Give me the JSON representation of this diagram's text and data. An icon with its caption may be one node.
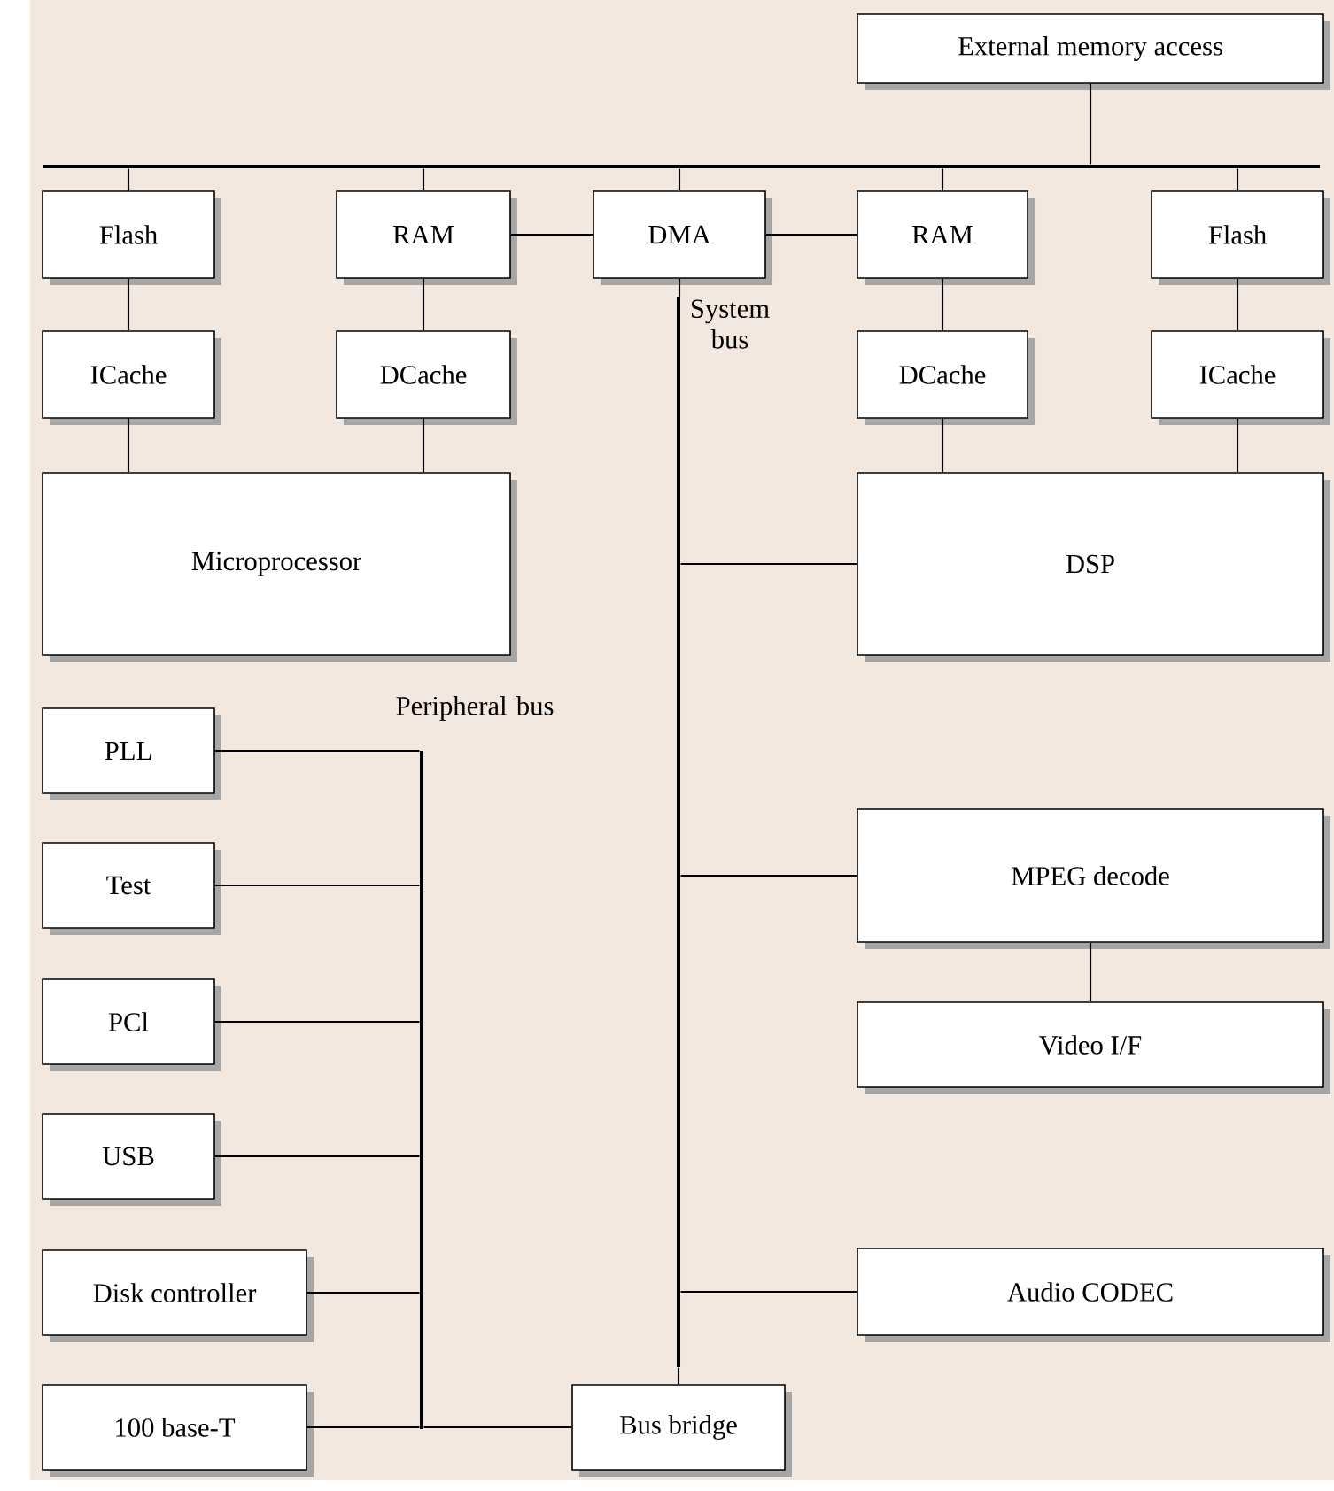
{
  "diagram": {
    "nodes": [
      {
        "text": [
          "External memory access"
        ]
      },
      {
        "text": [],
        "shape": "bar"
      },
      {
        "text": [
          "Flash"
        ]
      },
      {
        "text": [
          "RAM"
        ]
      },
      {
        "text": [
          "DMA"
        ]
      },
      {
        "text": [
          "RAM"
        ]
      },
      {
        "text": [
          "Flash"
        ]
      },
      {
        "text": [
          "ICache"
        ]
      },
      {
        "text": [
          "DCache"
        ]
      },
      {
        "text": [],
        "shape": "bar",
        "beside": [
          "System bus"
        ]
      },
      {
        "text": [
          "DCache"
        ]
      },
      {
        "text": [
          "ICache"
        ]
      },
      {
        "text": [
          "Microprocessor"
        ]
      },
      {
        "text": [
          "DSP"
        ]
      },
      {
        "text": [],
        "shape": "bar",
        "beside": [
          "Peripheral bus"
        ]
      },
      {
        "text": [
          "PLL"
        ]
      },
      {
        "text": [
          "MPEG decode"
        ]
      },
      {
        "text": [
          "Test"
        ]
      },
      {
        "text": [
          "Video I/F"
        ]
      },
      {
        "text": [
          "PCl"
        ]
      },
      {
        "text": [
          "USB"
        ]
      },
      {
        "text": [
          "Disk controller"
        ]
      },
      {
        "text": [
          "Audio CODEC"
        ]
      },
      {
        "text": [
          "100 base-T"
        ]
      },
      {
        "text": [
          "Bus bridge"
        ]
      }
    ],
    "edges": [
      {
        "from": 0,
        "to": 1,
        "arrow": "none"
      },
      {
        "from": 1,
        "to": 2,
        "arrow": "none"
      },
      {
        "from": 1,
        "to": 3,
        "arrow": "none"
      },
      {
        "from": 1,
        "to": 4,
        "arrow": "none"
      },
      {
        "from": 1,
        "to": 5,
        "arrow": "none"
      },
      {
        "from": 1,
        "to": 6,
        "arrow": "none"
      },
      {
        "from": 3,
        "to": 4,
        "arrow": "none"
      },
      {
        "from": 4,
        "to": 5,
        "arrow": "none"
      },
      {
        "from": 2,
        "to": 7,
        "arrow": "none"
      },
      {
        "from": 3,
        "to": 8,
        "arrow": "none"
      },
      {
        "from": 5,
        "to": 10,
        "arrow": "none"
      },
      {
        "from": 6,
        "to": 11,
        "arrow": "none"
      },
      {
        "from": 7,
        "to": 12,
        "arrow": "none"
      },
      {
        "from": 8,
        "to": 12,
        "arrow": "none"
      },
      {
        "from": 10,
        "to": 13,
        "arrow": "none"
      },
      {
        "from": 11,
        "to": 13,
        "arrow": "none"
      },
      {
        "from": 4,
        "to": 9,
        "arrow": "none"
      },
      {
        "from": 9,
        "to": 13,
        "arrow": "none"
      },
      {
        "from": 9,
        "to": 16,
        "arrow": "none"
      },
      {
        "from": 9,
        "to": 22,
        "arrow": "none"
      },
      {
        "from": 16,
        "to": 18,
        "arrow": "none"
      },
      {
        "from": 9,
        "to": 24,
        "arrow": "none"
      },
      {
        "from": 15,
        "to": 14,
        "arrow": "none"
      },
      {
        "from": 17,
        "to": 14,
        "arrow": "none"
      },
      {
        "from": 19,
        "to": 14,
        "arrow": "none"
      },
      {
        "from": 20,
        "to": 14,
        "arrow": "none"
      },
      {
        "from": 21,
        "to": 14,
        "arrow": "none"
      },
      {
        "from": 23,
        "to": 14,
        "arrow": "none"
      },
      {
        "from": 14,
        "to": 24,
        "arrow": "none"
      }
    ]
  }
}
